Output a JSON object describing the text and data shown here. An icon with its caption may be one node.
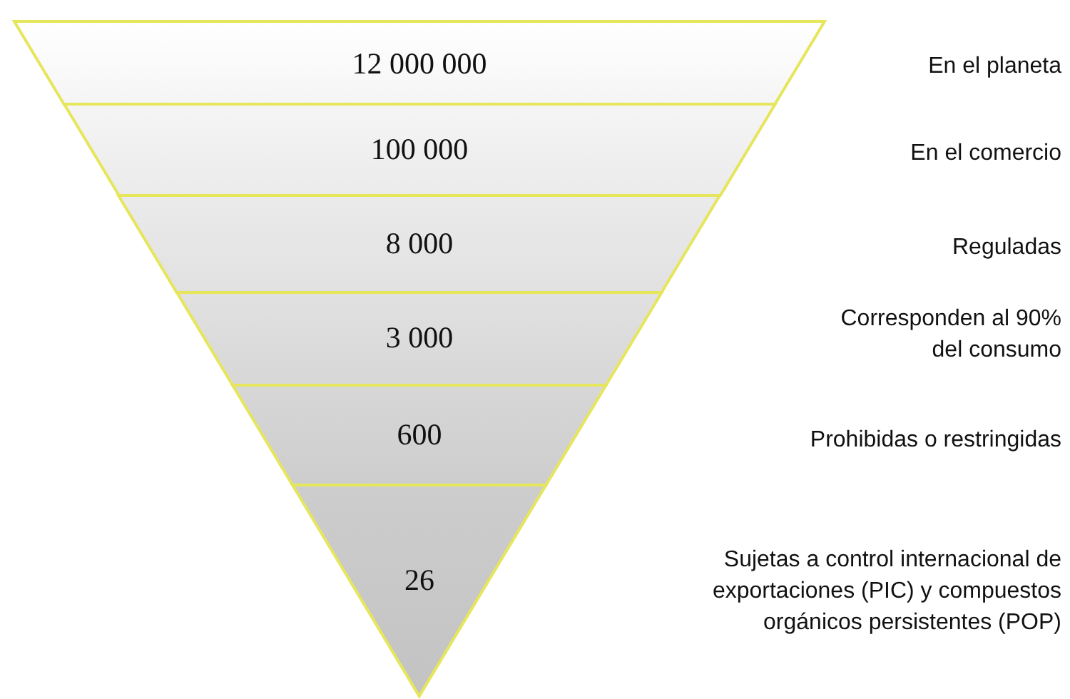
{
  "diagram": {
    "nodes": [
      {
        "text": [
          "12 000 000"
        ]
      },
      {
        "text": [
          "100 000"
        ]
      },
      {
        "text": [
          "8 000"
        ]
      },
      {
        "text": [
          "3 000"
        ]
      },
      {
        "text": [
          "600"
        ]
      },
      {
        "text": [
          "26"
        ]
      }
    ],
    "labels": [
      "En el planeta",
      "En el comercio",
      "Reguladas",
      "Corresponden al 90% del consumo",
      "Prohibidas o restringidas",
      "Sujetas a control internacional de exportaciones (PIC) y compuestos orgánicos persistentes (POP)"
    ]
  }
}
